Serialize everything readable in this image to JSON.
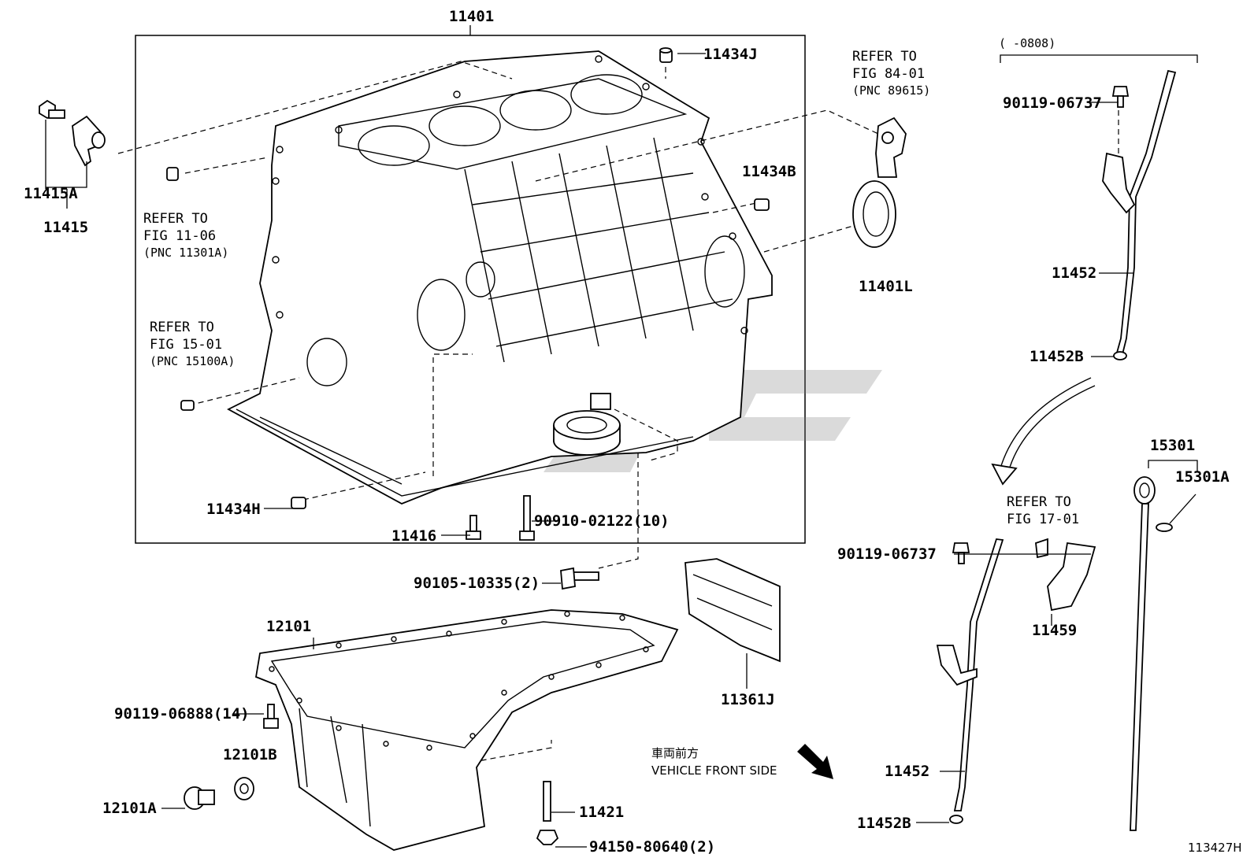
{
  "diagram": {
    "figure_code": "113427H",
    "part_numbers": {
      "p11401": "11401",
      "p11434J": "11434J",
      "p11434B": "11434B",
      "p11434H": "11434H",
      "p11401L": "11401L",
      "p11415A": "11415A",
      "p11415": "11415",
      "p11416": "11416",
      "p90910": "90910-02122(10)",
      "p90105": "90105-10335(2)",
      "p12101": "12101",
      "p90119_06888": "90119-06888(14)",
      "p12101B": "12101B",
      "p12101A": "12101A",
      "p11421": "11421",
      "p94150": "94150-80640(2)",
      "p11361J": "11361J",
      "p90119_06737_top": "90119-06737",
      "p11452_top": "11452",
      "p11452B_top": "11452B",
      "p15301": "15301",
      "p15301A": "15301A",
      "p90119_06737_bot": "90119-06737",
      "p11459": "11459",
      "p11452_bot": "11452",
      "p11452B_bot": "11452B"
    },
    "references": {
      "ref_11_06": {
        "line1": "REFER TO",
        "line2": "FIG 11-06",
        "line3": "(PNC 11301A)"
      },
      "ref_15_01": {
        "line1": "REFER TO",
        "line2": "FIG 15-01",
        "line3": "(PNC 15100A)"
      },
      "ref_84_01": {
        "line1": "REFER TO",
        "line2": "FIG 84-01",
        "line3": "(PNC 89615)"
      },
      "ref_17_01": {
        "line1": "REFER TO",
        "line2": "FIG 17-01"
      }
    },
    "date_range": "(     -0808)",
    "front_note": {
      "japanese": "車両前方",
      "english": "VEHICLE FRONT SIDE"
    }
  }
}
